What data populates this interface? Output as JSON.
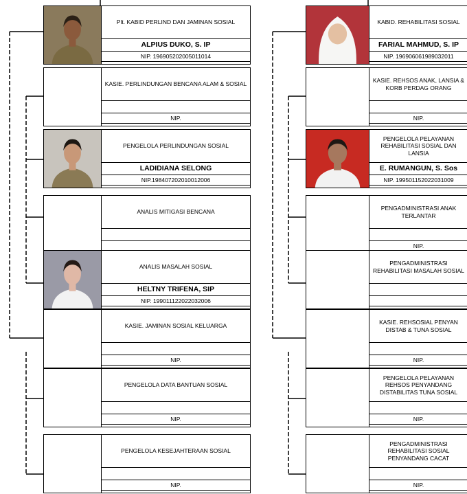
{
  "left_column": [
    {
      "title": "Plt. KABID PERLIND DAN JAMINAN SOSIAL",
      "name": "ALPIUS DUKO, S. IP",
      "nip": "NIP. 196905202005011014",
      "photo": "photo-man-uniform"
    },
    {
      "title": "KASIE. PERLINDUNGAN BENCANA ALAM & SOSIAL",
      "name": "",
      "nip": "NIP.",
      "photo": ""
    },
    {
      "title": "PENGELOLA PERLINDUNGAN  SOSIAL",
      "name": "LADIDIANA SELONG",
      "nip": "NIP.198407202010012006",
      "photo": "photo-woman-uniform"
    },
    {
      "title": "ANALIS MITIGASI BENCANA",
      "name": "",
      "nip": "",
      "photo": ""
    },
    {
      "title": "ANALIS MASALAH SOSIAL",
      "name": "HELTNY TRIFENA, SIP",
      "nip": "NIP. 199011122022032006",
      "photo": "photo-woman-white"
    },
    {
      "title": "KASIE. JAMINAN SOSIAL KELUARGA",
      "name": "",
      "nip": "NIP.",
      "photo": ""
    },
    {
      "title": "PENGELOLA DATA BANTUAN SOSIAL",
      "name": "",
      "nip": "NIP.",
      "photo": ""
    },
    {
      "title": "PENGELOLA KESEJAHTERAAN SOSIAL",
      "name": "",
      "nip": "NIP.",
      "photo": ""
    }
  ],
  "right_column": [
    {
      "title": "KABID. REHABILITASI SOSIAL",
      "name": "FARIAL MAHMUD, S. IP",
      "nip": "NIP. 196906061989032011",
      "photo": "photo-woman-hijab"
    },
    {
      "title": "KASIE. REHSOS ANAK, LANSIA & KORB PERDAG ORANG",
      "name": "",
      "nip": "NIP.",
      "photo": ""
    },
    {
      "title": "PENGELOLA PELAYANAN REHABILITASI SOSIAL  DAN LANSIA",
      "name": "E. RUMANGUN, S. Sos",
      "nip": "NIP. 199501152022031009",
      "photo": "photo-man-red"
    },
    {
      "title": "PENGADMINISTRASI ANAK TERLANTAR",
      "name": "",
      "nip": "NIP.",
      "photo": ""
    },
    {
      "title": "PENGADMINISTRASI REHABILITASI  MASALAH SOSIAL",
      "name": "",
      "nip": "",
      "photo": ""
    },
    {
      "title": "KASIE. REHSOSIAL PENYAN DISTAB & TUNA SOSIAL",
      "name": "",
      "nip": "NIP.",
      "photo": ""
    },
    {
      "title": "PENGELOLA PELAYANAN REHSOS PENYANDANG DISTABILITAS  TUNA SOSIAL",
      "name": "",
      "nip": "NIP.",
      "photo": ""
    },
    {
      "title": "PENGADMINISTRASI REHABILITASI SOSIAL PENYANDANG CACAT",
      "name": "",
      "nip": "NIP.",
      "photo": ""
    }
  ]
}
